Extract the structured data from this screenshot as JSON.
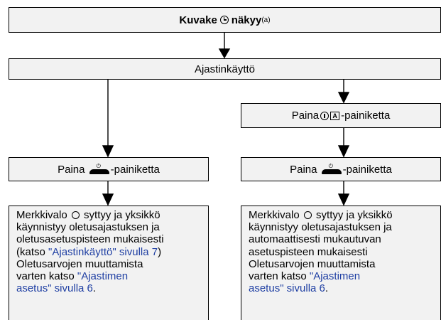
{
  "top_box": {
    "prefix": "Kuvake",
    "icon": "clock-icon",
    "suffix": "näkyy",
    "footnote": "(a)"
  },
  "timer_box": {
    "label": "Ajastinkäyttö"
  },
  "press_mode": {
    "prefix": "Paina",
    "icon": "thermometer-auto-icons",
    "suffix": "-painiketta"
  },
  "press_left": {
    "prefix": "Paina",
    "icon": "power-button-icon",
    "suffix": "-painiketta"
  },
  "press_right": {
    "prefix": "Paina",
    "icon": "power-button-icon",
    "suffix": "-painiketta"
  },
  "left_note": {
    "l1a": "Merkkivalo",
    "l1b": "syttyy ja yksikkö",
    "l2": "käynnistyy oletusajastuksen ja",
    "l3": "oletusasetuspisteen mukaisesti",
    "l4a": "(katso",
    "l4link": "\"Ajastinkäyttö\" sivulla 7",
    "l4b": ")",
    "l5": "Oletusarvojen muuttamista",
    "l6a": "varten katso",
    "l6link": "\"Ajastimen",
    "l7link": "asetus\" sivulla 6",
    "l7b": "."
  },
  "right_note": {
    "l1a": "Merkkivalo",
    "l1b": "syttyy ja yksikkö",
    "l2": "käynnistyy oletusajastuksen ja",
    "l3": "automaattisesti mukautuvan",
    "l4": "asetuspisteen mukaisesti",
    "l5": "Oletusarvojen muuttamista",
    "l6a": "varten katso",
    "l6link": "\"Ajastimen",
    "l7link": "asetus\" sivulla 6",
    "l7b": "."
  },
  "colors": {
    "box_fill": "#f2f2f2",
    "link": "#1f3fa3"
  }
}
